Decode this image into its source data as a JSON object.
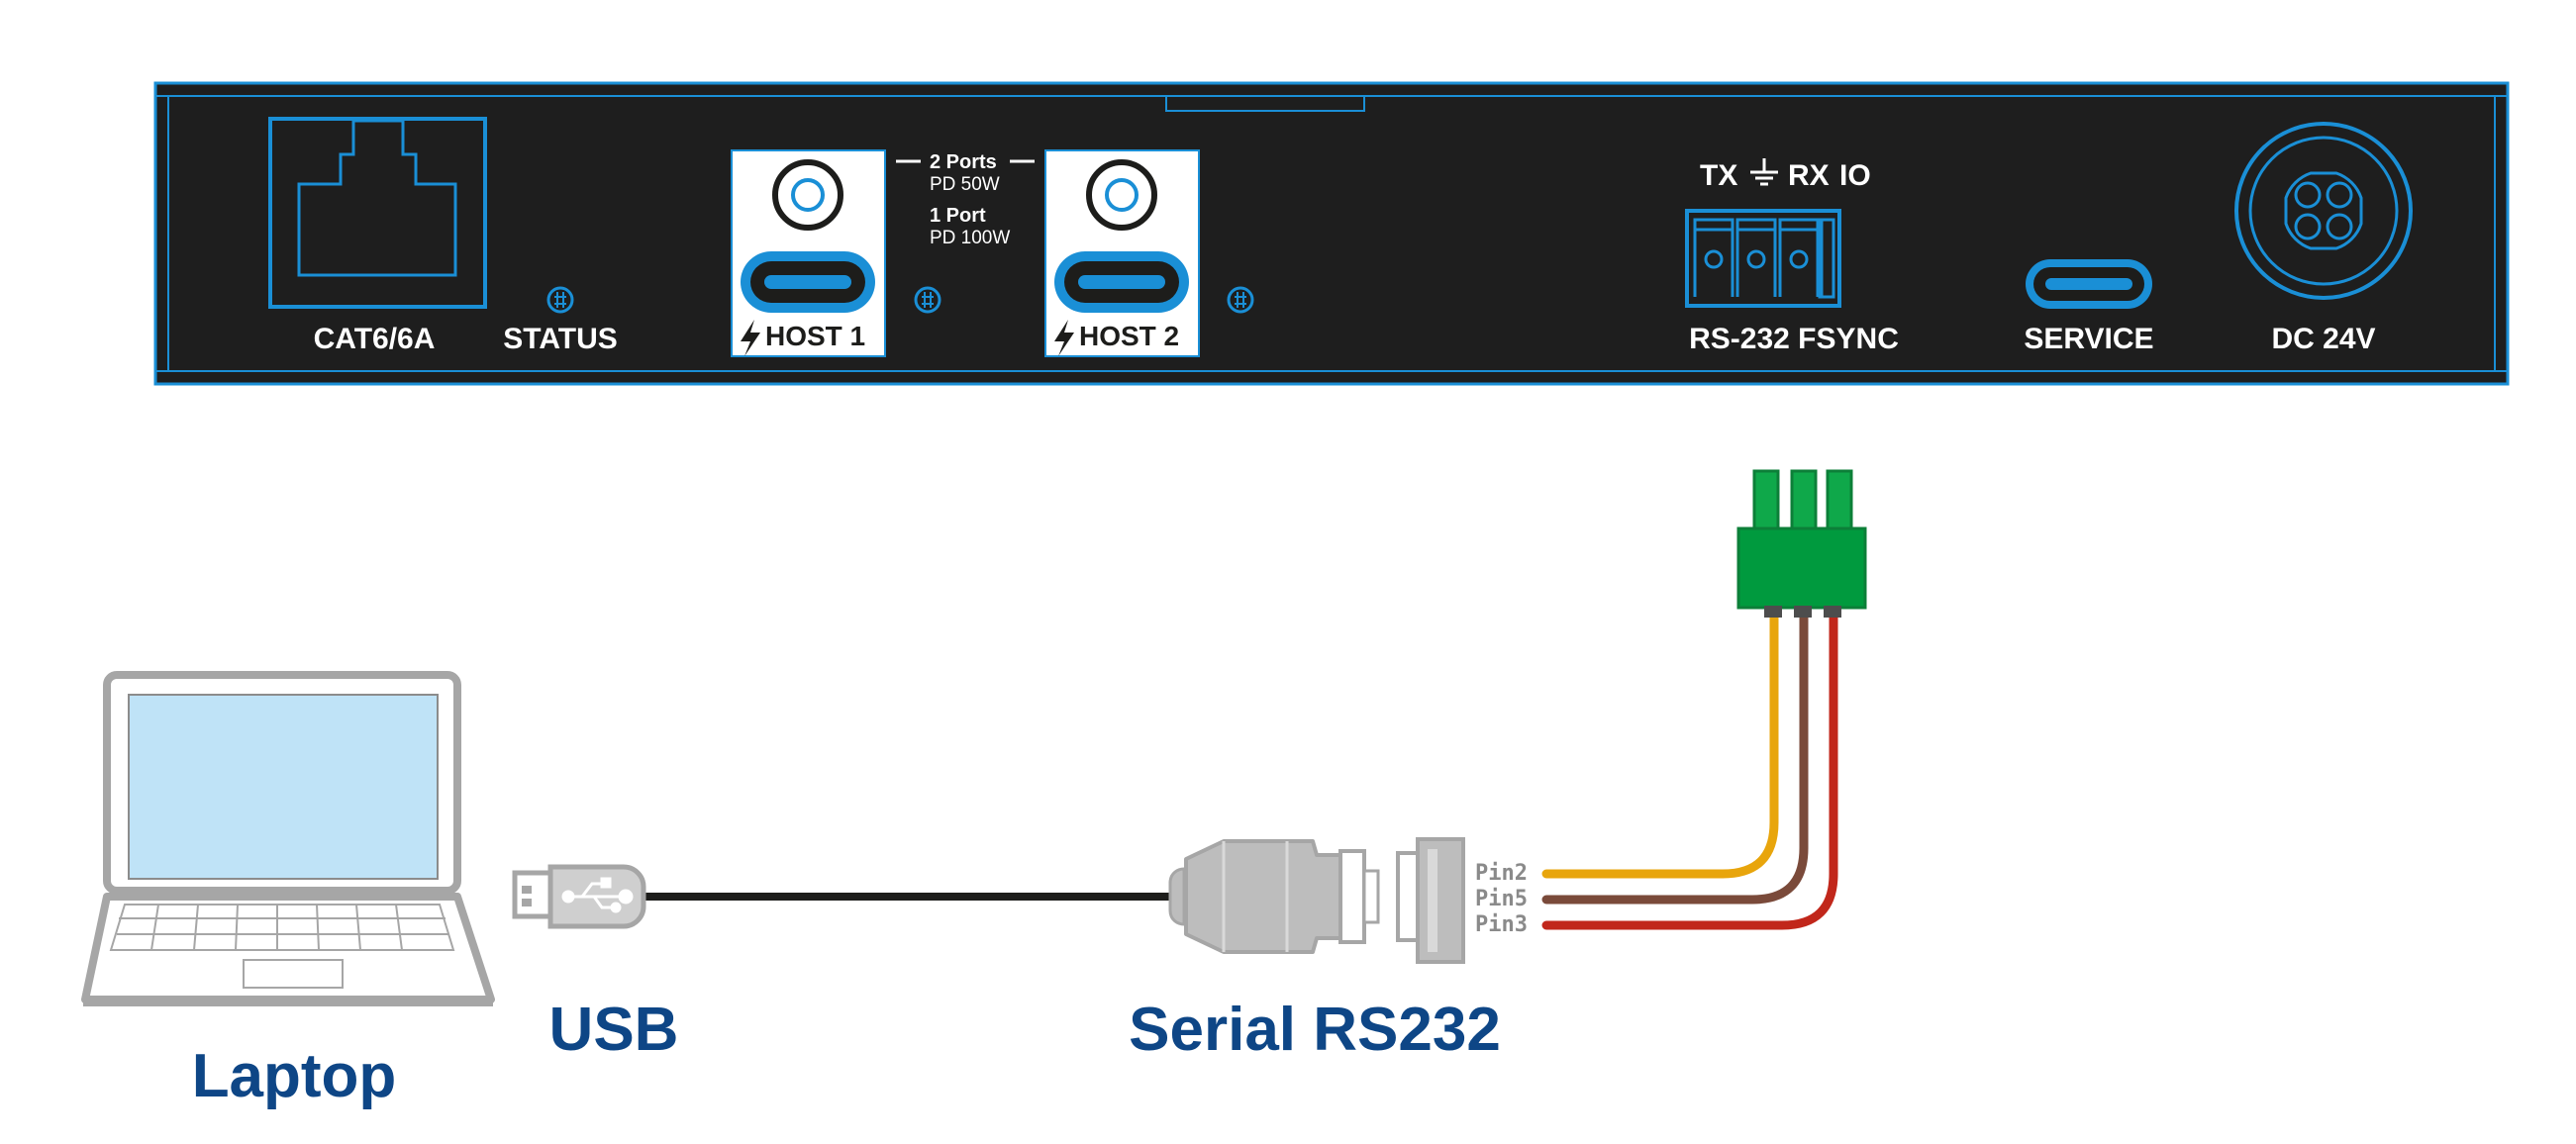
{
  "colors": {
    "panel": "#1e1e1e",
    "panel_accent": "#1a8fd6",
    "caption": "#0e4686",
    "wire_pin2": "#e8a50c",
    "wire_pin5": "#7a4a3a",
    "wire_pin3": "#c1271b",
    "terminal_green": "#009a3e",
    "device_gray": "#bdbdbd",
    "laptop_screen": "#bfe3f7"
  },
  "panel": {
    "ports": {
      "cat": "CAT6/6A",
      "status": "STATUS",
      "host1": "HOST 1",
      "host2": "HOST 2",
      "rs232": "RS-232 FSYNC",
      "service": "SERVICE",
      "dc": "DC 24V"
    },
    "pd_note": {
      "two_ports": "2 Ports",
      "two_ports_pd": "PD 50W",
      "one_port": "1 Port",
      "one_port_pd": "PD 100W"
    },
    "terminal_labels": {
      "tx": "TX",
      "rx": "RX",
      "io": "IO"
    },
    "icons": [
      "rj45-icon",
      "led-icon",
      "usb-c-icon",
      "lightning-icon",
      "ground-icon",
      "terminal-block-icon",
      "dc-power-icon"
    ]
  },
  "diagram": {
    "captions": {
      "laptop": "Laptop",
      "usb": "USB",
      "serial": "Serial RS232"
    },
    "pins": [
      "Pin2",
      "Pin5",
      "Pin3"
    ]
  }
}
